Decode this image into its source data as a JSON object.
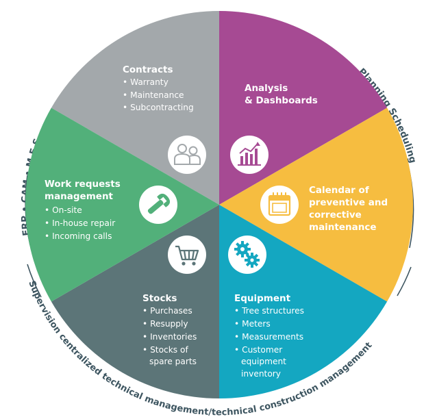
{
  "colors": {
    "contracts": "#a3a8ab",
    "analysis": "#a64a93",
    "calendar": "#f6bd40",
    "equipment": "#14a7c1",
    "stocks": "#5c7578",
    "work_requests": "#52b07a",
    "ring": "#3d5560",
    "icon_circle": "#ffffff"
  },
  "ring": {
    "left": "ERP • CAM • M.E.S",
    "right": "Planning Scheduling",
    "bottom": "Supervision centralized technical management/technical construction management"
  },
  "segments": {
    "contracts": {
      "title": [
        "Contracts"
      ],
      "items": [
        "• Warranty",
        "• Maintenance",
        "• Subcontracting"
      ],
      "icon": "people-icon"
    },
    "analysis": {
      "title": [
        "Analysis",
        "& Dashboards"
      ],
      "items": [],
      "icon": "bar-chart-icon"
    },
    "calendar": {
      "title": [
        "Calendar of",
        "preventive and",
        "corrective",
        "maintenance"
      ],
      "items": [],
      "icon": "calendar-icon"
    },
    "equipment": {
      "title": [
        "Equipment"
      ],
      "items": [
        "• Tree structures",
        "• Meters",
        "• Measurements",
        "• Customer",
        "equipment",
        "inventory"
      ],
      "icon": "gears-icon"
    },
    "stocks": {
      "title": [
        "Stocks"
      ],
      "items": [
        "• Purchases",
        "• Resupply",
        "• Inventories",
        "• Stocks of",
        "spare parts"
      ],
      "icon": "shopping-cart-icon"
    },
    "work_requests": {
      "title": [
        "Work requests",
        "management"
      ],
      "items": [
        "• On-site",
        "• In-house repair",
        "• Incoming calls"
      ],
      "icon": "wrench-icon"
    }
  }
}
